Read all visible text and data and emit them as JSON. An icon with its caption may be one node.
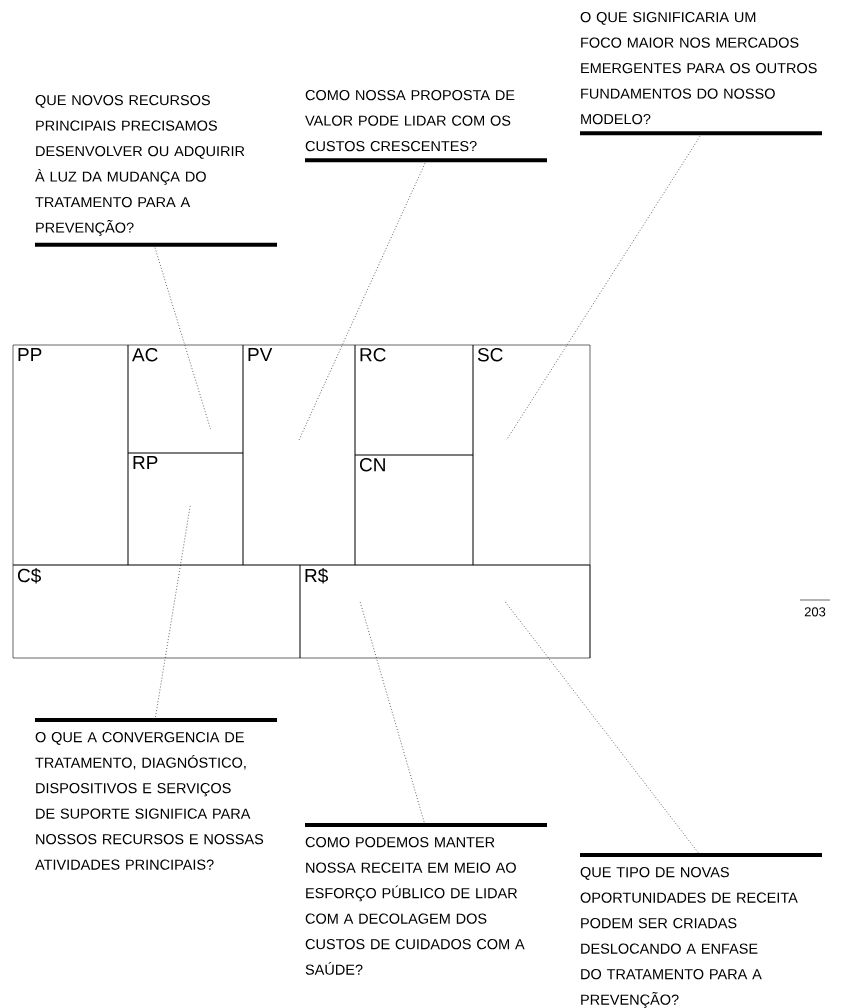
{
  "diagram": {
    "nodes": [
      {
        "text": [
          "QUE NOVOS RECURSOS PRINCIPAIS PRECISAMOS DESENVOLVER OU ADQUIRIR À LUZ DA MUDANÇA DO TRATAMENTO PARA A PREVENÇÃO?"
        ]
      },
      {
        "text": [
          "COMO NOSSA PROPOSTA DE VALOR PODE LIDAR COM OS CUSTOS CRESCENTES?"
        ]
      },
      {
        "text": [
          "O QUE SIGNIFICARIA UM FOCO MAIOR NOS MERCADOS EMERGENTES PARA OS OUTROS FUNDAMENTOS DO NOSSO MODELO?"
        ]
      },
      {
        "text": [
          "PP"
        ]
      },
      {
        "text": [
          "AC"
        ]
      },
      {
        "text": [
          "PV"
        ]
      },
      {
        "text": [
          "RC"
        ]
      },
      {
        "text": [
          "SC"
        ]
      },
      {
        "text": [
          "RP"
        ]
      },
      {
        "text": [
          "CN"
        ]
      },
      {
        "text": [
          "C$"
        ]
      },
      {
        "text": [
          "R$"
        ]
      },
      {
        "text": [
          "O QUE A CONVERGENCIA DE TRATAMENTO, DIAGNÓSTICO, DISPOSITIVOS E SERVIÇOS DE SUPORTE SIGNIFICA PARA NOSSOS RECURSOS E NOSSAS ATIVIDADES PRINCIPAIS?"
        ]
      },
      {
        "text": [
          "COMO PODEMOS MANTER NOSSA RECEITA EM MEIO AO ESFORÇO PÚBLICO DE LIDAR COM A DECOLAGEM DOS CUSTOS DE CUIDADOS COM A SAÚDE?"
        ]
      },
      {
        "text": [
          "QUE TIPO DE NOVAS OPORTUNIDADES DE RECEITA PODEM SER CRIADAS DESLOCANDO A ENFASE DO TRATAMENTO PARA A PREVENÇÃO?"
        ]
      }
    ],
    "edges": [
      {
        "from": 0,
        "to": 4,
        "arrow": "none",
        "style": "dashed"
      },
      {
        "from": 1,
        "to": 5,
        "arrow": "none",
        "style": "dashed"
      },
      {
        "from": 2,
        "to": 7,
        "arrow": "none",
        "style": "dashed"
      },
      {
        "from": 12,
        "to": 8,
        "arrow": "none",
        "style": "dashed"
      },
      {
        "from": 13,
        "to": 11,
        "arrow": "none",
        "style": "dashed"
      },
      {
        "from": 14,
        "to": 11,
        "arrow": "none",
        "style": "dashed"
      }
    ],
    "labels": [
      "203"
    ]
  }
}
